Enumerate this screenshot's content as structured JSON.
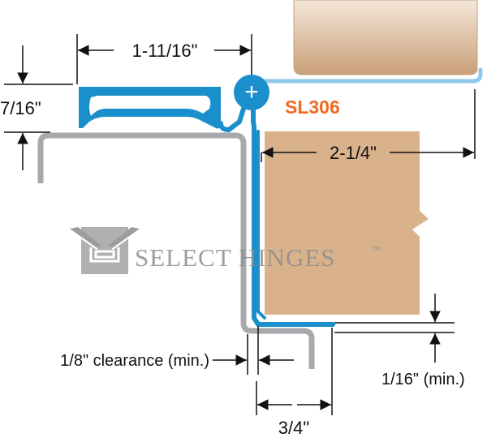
{
  "diagram": {
    "model": "SL306",
    "dimensions": {
      "top_width": "1-11/16\"",
      "left_height": "7/16\"",
      "door_depth": "2-1/4\"",
      "clearance": "1/8\" clearance (min.)",
      "bottom_gap": "1/16\" (min.)",
      "bottom_width": "3/4\""
    },
    "watermark": {
      "text": "SELECT HINGES",
      "trademark": "™"
    },
    "hinge_symbol": "+"
  },
  "colors": {
    "hinge_blue": "#1b8fcc",
    "hinge_blue_light": "#8fc8ec",
    "frame_gray": "#a7a9ac",
    "door_tan": "#d9b28c",
    "wall_tan_dark": "#c9a079",
    "wall_tan_light": "#f3e5d6",
    "model_orange": "#f26a22",
    "watermark_gray": "#9a9a9a",
    "ink": "#111111"
  }
}
